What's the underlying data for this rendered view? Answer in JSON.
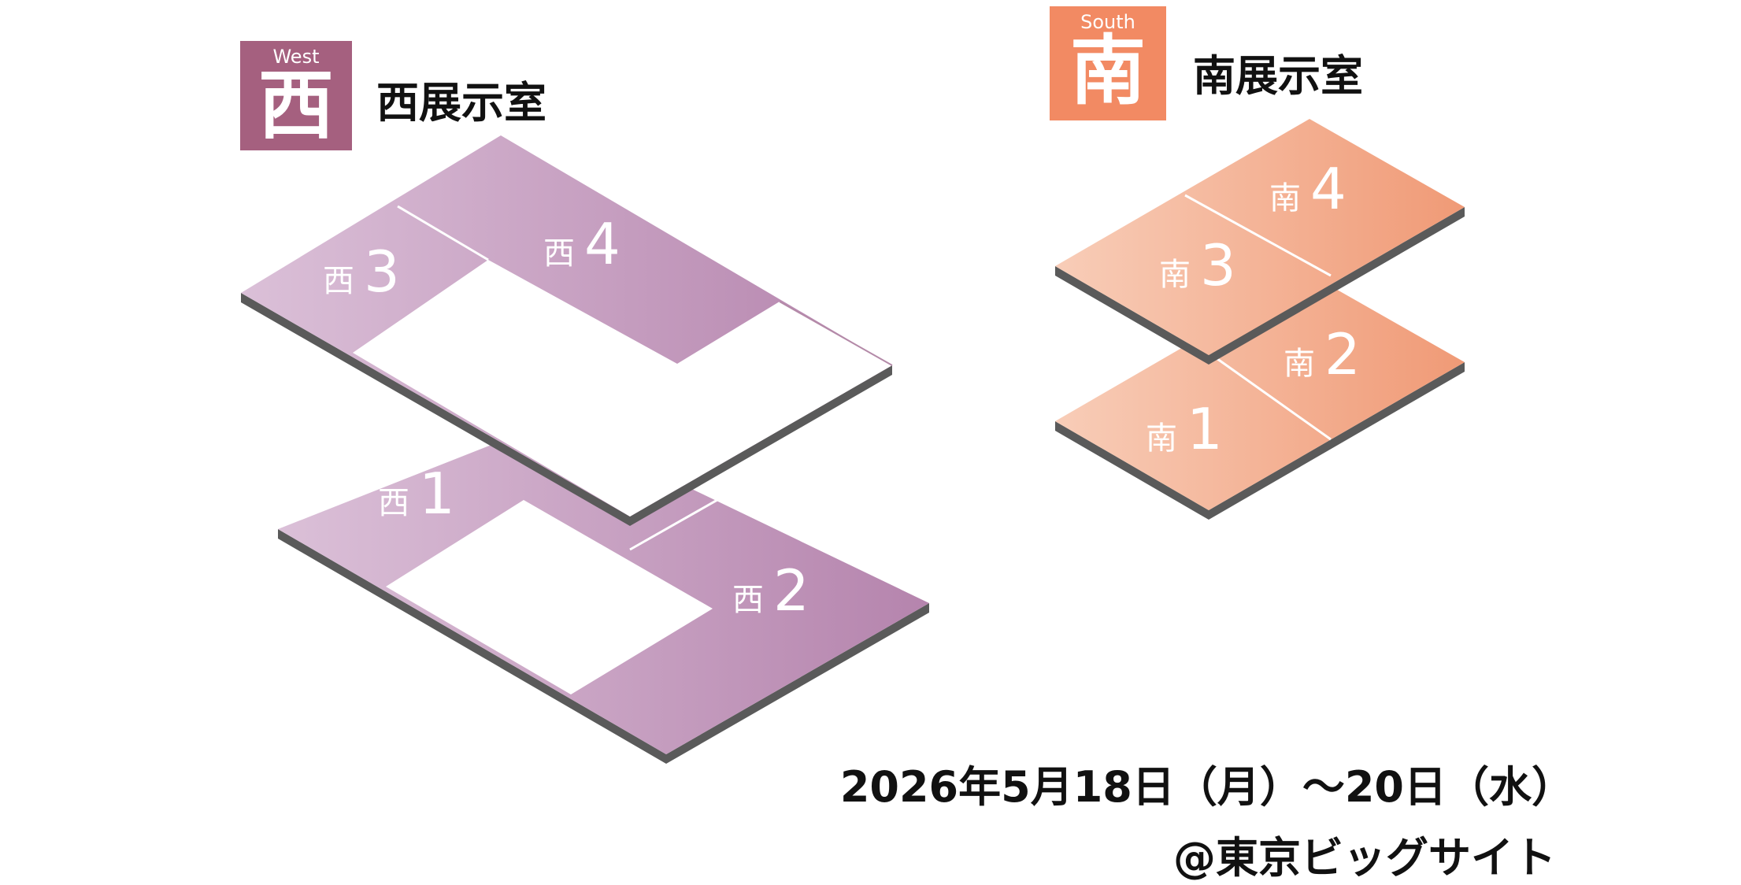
{
  "colors": {
    "west_dark": "#a8668c",
    "west_mid": "#c293b9",
    "west_light": "#d8bdd6",
    "south_dark": "#f29f7c",
    "south_mid": "#f4b192",
    "south_light": "#f8cdb6",
    "shadow": "#555555"
  },
  "west": {
    "badge_en": "West",
    "badge_kanji": "西",
    "title": "西展示室",
    "zones": [
      {
        "prefix": "西",
        "number": "1"
      },
      {
        "prefix": "西",
        "number": "2"
      },
      {
        "prefix": "西",
        "number": "3"
      },
      {
        "prefix": "西",
        "number": "4"
      }
    ]
  },
  "south": {
    "badge_en": "South",
    "badge_kanji": "南",
    "title": "南展示室",
    "zones": [
      {
        "prefix": "南",
        "number": "1"
      },
      {
        "prefix": "南",
        "number": "2"
      },
      {
        "prefix": "南",
        "number": "3"
      },
      {
        "prefix": "南",
        "number": "4"
      }
    ]
  },
  "event": {
    "dates": "2026年5月18日（月）～20日（水）",
    "venue": "@東京ビッグサイト"
  }
}
